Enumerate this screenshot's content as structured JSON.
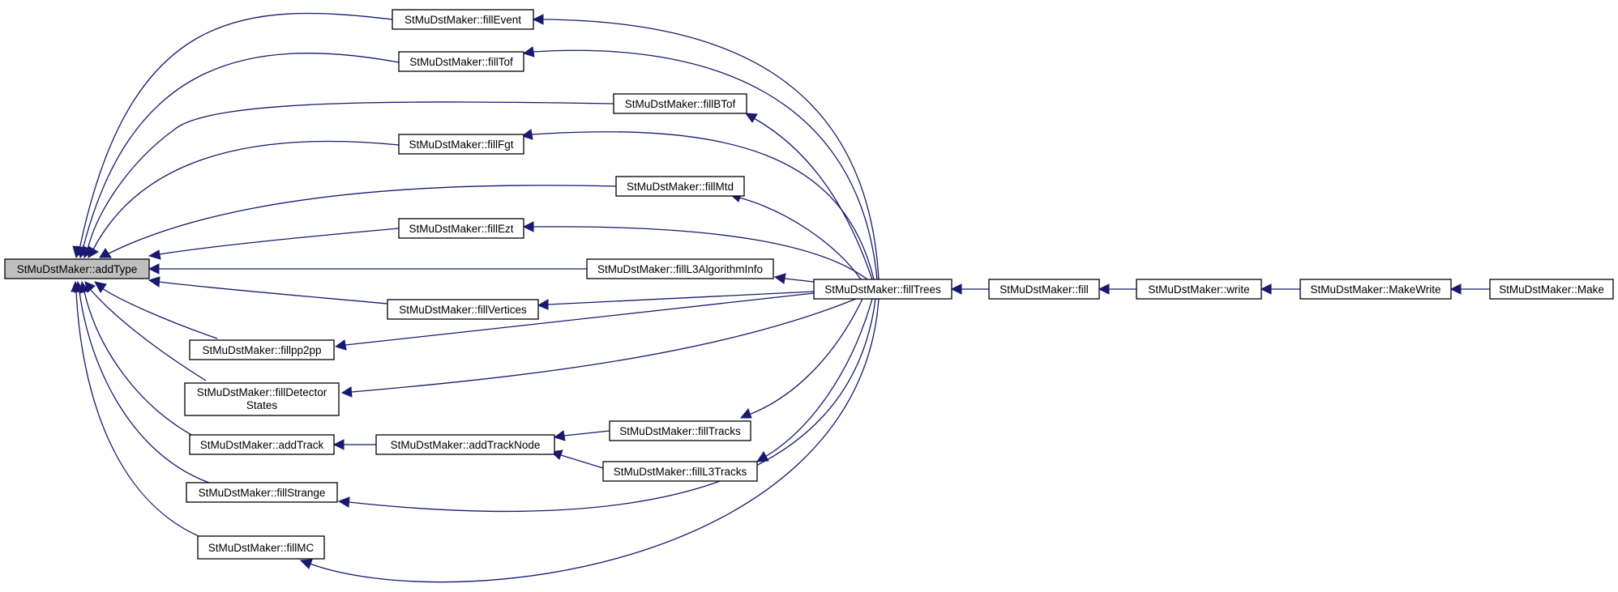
{
  "nodes": {
    "addType": "StMuDstMaker::addType",
    "fillEvent": "StMuDstMaker::fillEvent",
    "fillTof": "StMuDstMaker::fillTof",
    "fillBTof": "StMuDstMaker::fillBTof",
    "fillFgt": "StMuDstMaker::fillFgt",
    "fillMtd": "StMuDstMaker::fillMtd",
    "fillEzt": "StMuDstMaker::fillEzt",
    "fillL3AlgorithmInfo": "StMuDstMaker::fillL3AlgorithmInfo",
    "fillVertices": "StMuDstMaker::fillVertices",
    "fillpp2pp": "StMuDstMaker::fillpp2pp",
    "fillDetectorStates_line1": "StMuDstMaker::fillDetector",
    "fillDetectorStates_line2": "States",
    "addTrack": "StMuDstMaker::addTrack",
    "addTrackNode": "StMuDstMaker::addTrackNode",
    "fillTracks": "StMuDstMaker::fillTracks",
    "fillL3Tracks": "StMuDstMaker::fillL3Tracks",
    "fillStrange": "StMuDstMaker::fillStrange",
    "fillMC": "StMuDstMaker::fillMC",
    "fillTrees": "StMuDstMaker::fillTrees",
    "fill": "StMuDstMaker::fill",
    "write": "StMuDstMaker::write",
    "MakeWrite": "StMuDstMaker::MakeWrite",
    "Make": "StMuDstMaker::Make"
  },
  "colors": {
    "edge": "#191970",
    "root_fill": "#bfbfbf",
    "node_fill": "#ffffff",
    "node_stroke": "#000000"
  }
}
